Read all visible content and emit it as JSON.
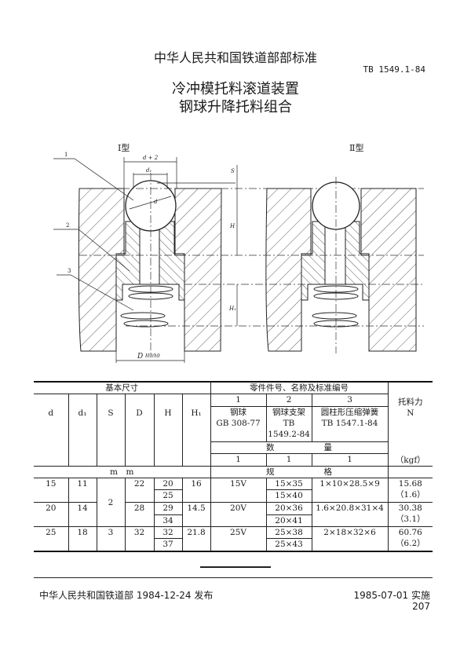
{
  "header": {
    "organization": "中华人民共和国铁道部部标准",
    "standard_no": "TB 1549.1-84",
    "title_line1": "冷冲模托料滚道装置",
    "title_line2": "钢球升降托料组合"
  },
  "drawing": {
    "type1_label": "Ⅰ型",
    "type2_label": "Ⅱ型",
    "callouts": [
      "1",
      "2",
      "3"
    ],
    "dims": {
      "d2": "d + 2",
      "d1": "d₁",
      "S": "S",
      "H": "H",
      "H1": "H₁",
      "D": "D",
      "fit": "H9/h9",
      "ball": "d"
    }
  },
  "table": {
    "basic_dims": "基本尺寸",
    "parts_header": "零件件号、名称及标准编号",
    "force_label": "托料力",
    "force_unit": "N",
    "force_unit2": "（kgf）",
    "cols": [
      "d",
      "d₁",
      "S",
      "D",
      "H",
      "H₁"
    ],
    "part_nos": [
      "1",
      "2",
      "3"
    ],
    "part1_name": "钢球",
    "part1_std": "GB 308-77",
    "part2_name": "钢球支架",
    "part2_std1": "TB",
    "part2_std2": "1549.2-84",
    "part3_name": "圆柱形压缩弹簧",
    "part3_std": "TB 1547.1-84",
    "qty_label": "数　　　　　　量",
    "qty": [
      "1",
      "1",
      "1"
    ],
    "unit_mm": "m　m",
    "spec_label": "规　　　　　　格",
    "rows": [
      {
        "d": "15",
        "d1": "11",
        "D": "22",
        "H": [
          "20",
          "25"
        ],
        "H1": "16",
        "ball": "15V",
        "holder": [
          "15×35",
          "15×40"
        ],
        "spring": "1×10×28.5×9",
        "force": "15.68",
        "force_kgf": "（1.6）"
      },
      {
        "d": "20",
        "d1": "14",
        "D": "28",
        "H": [
          "29",
          "34"
        ],
        "H1": "14.5",
        "ball": "20V",
        "holder": [
          "20×36",
          "20×41"
        ],
        "spring": "1.6×20.8×31×4",
        "force": "30.38",
        "force_kgf": "（3.1）"
      },
      {
        "d": "25",
        "d1": "18",
        "S": "3",
        "D": "32",
        "H": [
          "32",
          "37"
        ],
        "H1": "21.8",
        "ball": "25V",
        "holder": [
          "25×38",
          "25×43"
        ],
        "spring": "2×18×32×6",
        "force": "60.76",
        "force_kgf": "（6.2）"
      }
    ],
    "S_group12": "2"
  },
  "footer": {
    "issued": "中华人民共和国铁道部 1984-12-24 发布",
    "implemented": "1985-07-01 实施",
    "page": "207"
  }
}
